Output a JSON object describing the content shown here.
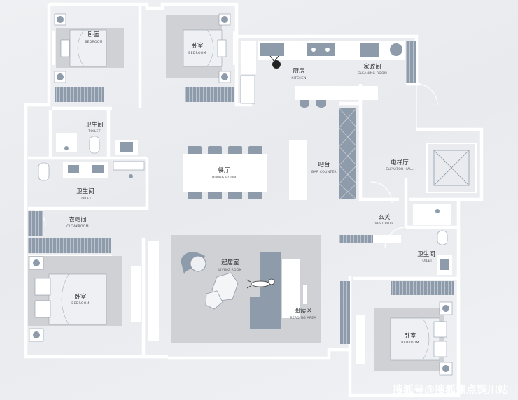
{
  "rooms": {
    "bedroom_nw": {
      "zh": "卧室",
      "en": "BEDROOM"
    },
    "bedroom_n": {
      "zh": "卧室",
      "en": "BEDROOM"
    },
    "kitchen": {
      "zh": "厨房",
      "en": "KITCHEN"
    },
    "cleaning": {
      "zh": "家政间",
      "en": "CLEANING ROOM"
    },
    "toilet_1": {
      "zh": "卫生间",
      "en": "TOILET"
    },
    "toilet_2": {
      "zh": "卫生间",
      "en": "TOILET"
    },
    "dining": {
      "zh": "餐厅",
      "en": "DINING ROOM"
    },
    "bar": {
      "zh": "吧台",
      "en": "BAR COUNTER"
    },
    "elevator": {
      "zh": "电梯厅",
      "en": "ELEVATOR HALL"
    },
    "cloakroom": {
      "zh": "衣帽间",
      "en": "CLOAKROOM"
    },
    "vestibule": {
      "zh": "玄关",
      "en": "VESTIBULE"
    },
    "living": {
      "zh": "起居室",
      "en": "LIVING ROOM"
    },
    "toilet_3": {
      "zh": "卫生间",
      "en": "TOILET"
    },
    "reading": {
      "zh": "阅读区",
      "en": "READING AREA"
    },
    "bedroom_sw": {
      "zh": "卧室",
      "en": "BEDROOM"
    },
    "bedroom_se": {
      "zh": "卧室",
      "en": "BEDROOM"
    }
  },
  "watermark": "搜狐号@搜狐焦点铜川站",
  "colors": {
    "wall": "#ffffff",
    "furniture": "#8e9bab",
    "rug": "#cfd1d4",
    "floor": "#e8eaee"
  }
}
